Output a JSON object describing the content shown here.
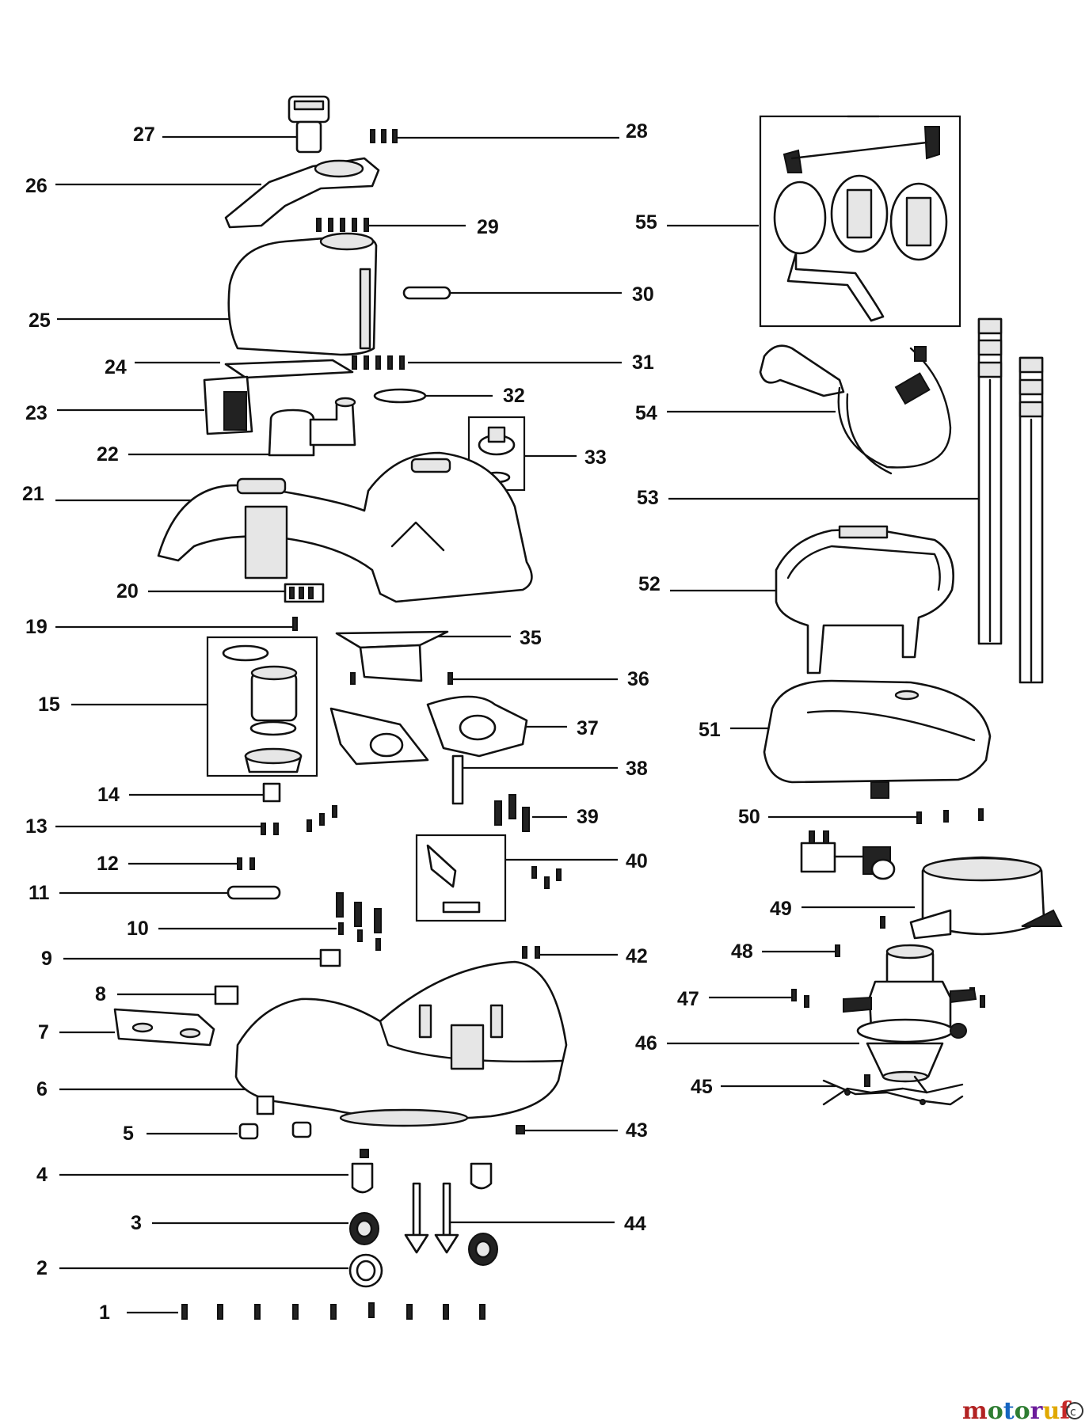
{
  "parts": [
    {
      "id": "1",
      "label": "1"
    },
    {
      "id": "2",
      "label": "2"
    },
    {
      "id": "3",
      "label": "3"
    },
    {
      "id": "4",
      "label": "4"
    },
    {
      "id": "5",
      "label": "5"
    },
    {
      "id": "6",
      "label": "6"
    },
    {
      "id": "7",
      "label": "7"
    },
    {
      "id": "8",
      "label": "8"
    },
    {
      "id": "9",
      "label": "9"
    },
    {
      "id": "10",
      "label": "10"
    },
    {
      "id": "11",
      "label": "11"
    },
    {
      "id": "12",
      "label": "12"
    },
    {
      "id": "13",
      "label": "13"
    },
    {
      "id": "14",
      "label": "14"
    },
    {
      "id": "15",
      "label": "15"
    },
    {
      "id": "19",
      "label": "19"
    },
    {
      "id": "20",
      "label": "20"
    },
    {
      "id": "21",
      "label": "21"
    },
    {
      "id": "22",
      "label": "22"
    },
    {
      "id": "23",
      "label": "23"
    },
    {
      "id": "24",
      "label": "24"
    },
    {
      "id": "25",
      "label": "25"
    },
    {
      "id": "26",
      "label": "26"
    },
    {
      "id": "27",
      "label": "27"
    },
    {
      "id": "28",
      "label": "28"
    },
    {
      "id": "29",
      "label": "29"
    },
    {
      "id": "30",
      "label": "30"
    },
    {
      "id": "31",
      "label": "31"
    },
    {
      "id": "32",
      "label": "32"
    },
    {
      "id": "33",
      "label": "33"
    },
    {
      "id": "35",
      "label": "35"
    },
    {
      "id": "36",
      "label": "36"
    },
    {
      "id": "37",
      "label": "37"
    },
    {
      "id": "38",
      "label": "38"
    },
    {
      "id": "39",
      "label": "39"
    },
    {
      "id": "40",
      "label": "40"
    },
    {
      "id": "42",
      "label": "42"
    },
    {
      "id": "43",
      "label": "43"
    },
    {
      "id": "44",
      "label": "44"
    },
    {
      "id": "45",
      "label": "45"
    },
    {
      "id": "46",
      "label": "46"
    },
    {
      "id": "47",
      "label": "47"
    },
    {
      "id": "48",
      "label": "48"
    },
    {
      "id": "49",
      "label": "49"
    },
    {
      "id": "50",
      "label": "50"
    },
    {
      "id": "51",
      "label": "51"
    },
    {
      "id": "52",
      "label": "52"
    },
    {
      "id": "53",
      "label": "53"
    },
    {
      "id": "54",
      "label": "54"
    },
    {
      "id": "55",
      "label": "55"
    }
  ],
  "watermark": {
    "text_main": "motoruf",
    "text_mark": "c",
    "colors": {
      "m": "#b22222",
      "o": "#2e7d32",
      "t": "#1565c0",
      "u": "#e0a800",
      "r": "#6a1b9a",
      "f": "#c62828"
    }
  }
}
